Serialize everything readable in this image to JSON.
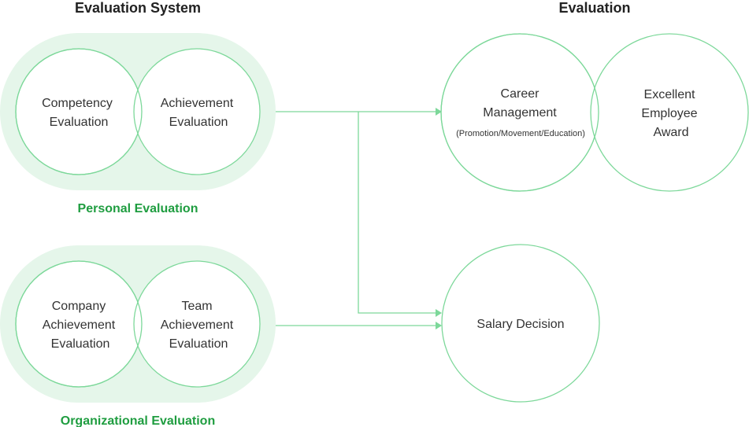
{
  "headings": {
    "left": "Evaluation System",
    "right": "Evaluation"
  },
  "personal": {
    "label": "Personal Evaluation",
    "circle1": [
      "Competency",
      "Evaluation"
    ],
    "circle2": [
      "Achievement",
      "Evaluation"
    ]
  },
  "organizational": {
    "label": "Organizational Evaluation",
    "circle1": [
      "Company",
      "Achievement",
      "Evaluation"
    ],
    "circle2": [
      "Team",
      "Achievement",
      "Evaluation"
    ]
  },
  "outcomes": {
    "career": [
      "Career",
      "Management"
    ],
    "career_note": "(Promotion/Movement/Education)",
    "award": [
      "Excellent",
      "Employee",
      "Award"
    ],
    "salary": "Salary Decision"
  },
  "colors": {
    "accent": "#7dd89a",
    "pill": "#e5f6ea",
    "label_green": "#1f9d40"
  }
}
